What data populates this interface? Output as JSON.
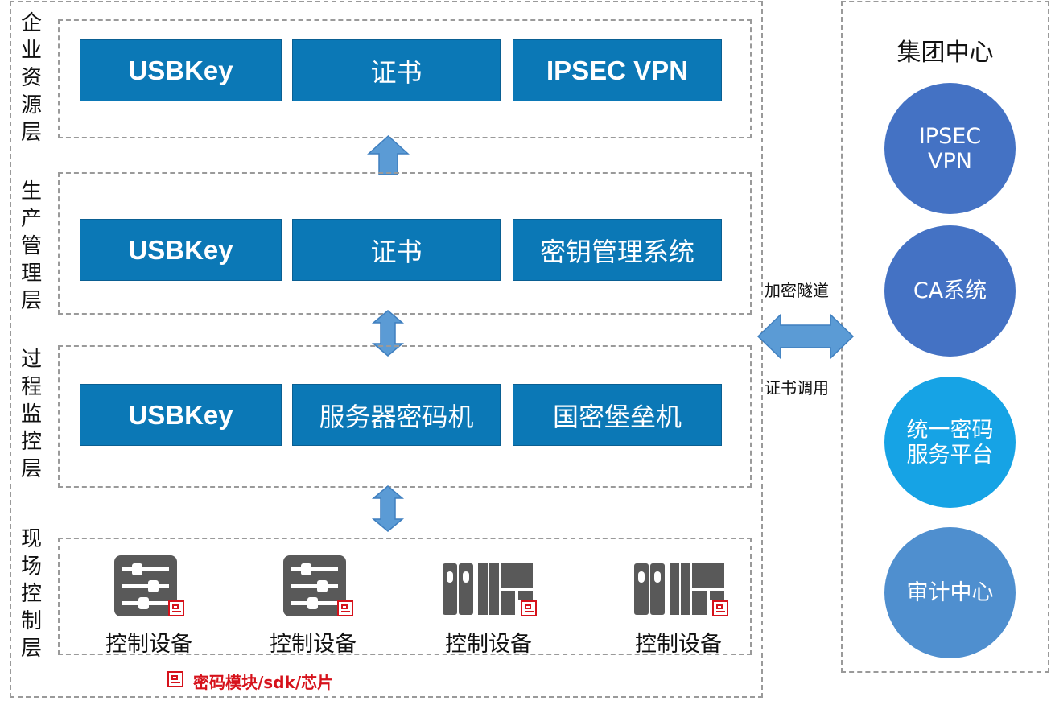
{
  "layers": [
    {
      "label": "企业资源层",
      "boxes": [
        "USBKey",
        "证书",
        "IPSEC VPN"
      ]
    },
    {
      "label": "生产管理层",
      "boxes": [
        "USBKey",
        "证书",
        "密钥管理系统"
      ]
    },
    {
      "label": "过程监控层",
      "boxes": [
        "USBKey",
        "服务器密码机",
        "国密堡垒机"
      ]
    },
    {
      "label": "现场控制层",
      "devices": [
        "控制设备",
        "控制设备",
        "控制设备",
        "控制设备"
      ]
    }
  ],
  "legend": {
    "text": "密码模块/sdk/芯片",
    "icon": "chip-icon"
  },
  "connector": {
    "top_label": "加密隧道",
    "bottom_label": "证书调用"
  },
  "group_center": {
    "title": "集团中心",
    "circles": [
      {
        "label": "IPSEC VPN",
        "color": "#4472c4"
      },
      {
        "label": "CA系统",
        "color": "#4472c4"
      },
      {
        "label": "统一密码服务平台",
        "color": "#16a3e5"
      },
      {
        "label": "审计中心",
        "color": "#4f8fcf"
      }
    ]
  },
  "colors": {
    "box_fill": "#0b78b6",
    "arrow_fill": "#5b9bd5",
    "device_gray": "#595959",
    "chip_red": "#d6121b"
  }
}
